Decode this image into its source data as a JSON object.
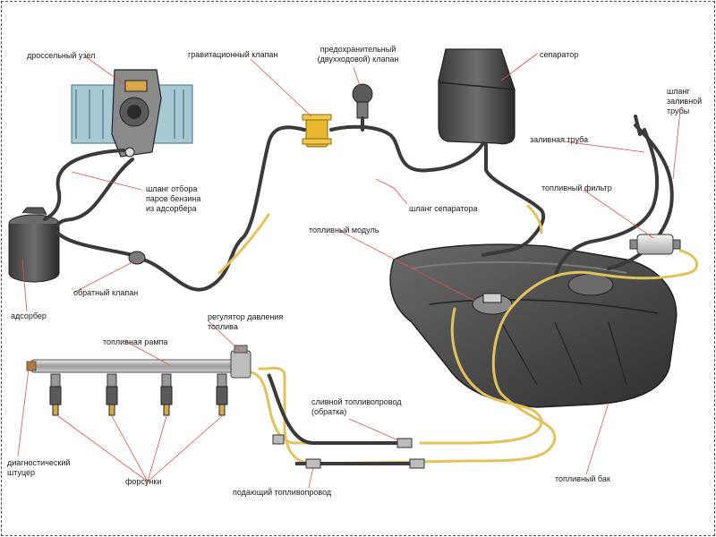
{
  "labels": {
    "throttle": "дроссельный узел",
    "gravity_valve": "гравитационный клапан",
    "safety_valve_1": "предохранительный",
    "safety_valve_2": "(двухходовой) клапан",
    "separator": "сепаратор",
    "filler_hose_1": "шланг",
    "filler_hose_2": "заливной",
    "filler_hose_3": "трубы",
    "filler_pipe": "заливная труба",
    "vapor_hose_1": "шланг отбора",
    "vapor_hose_2": "паров бензина",
    "vapor_hose_3": "из адсорбера",
    "fuel_filter": "топливный фильтр",
    "separator_hose": "шланг сепаратора",
    "fuel_module": "топливный модуль",
    "check_valve": "обратный клапан",
    "adsorber": "адсорбер",
    "pressure_reg_1": "регулятор давления",
    "pressure_reg_2": "топлива",
    "fuel_rail": "топливная рампа",
    "return_line_1": "сливной топливопровод",
    "return_line_2": "(обратка)",
    "diag_port_1": "диагностический",
    "diag_port_2": "штуцер",
    "injectors": "форсунки",
    "supply_line": "подающий топливопровод",
    "fuel_tank": "топливный бак"
  },
  "colors": {
    "hose": "#3a3a3a",
    "fuel_line": "#e2c25a",
    "tank": "#4a4a4a",
    "engine": "#9fc3cf",
    "leader": "#d9534f",
    "valve": "#e8b82e"
  }
}
